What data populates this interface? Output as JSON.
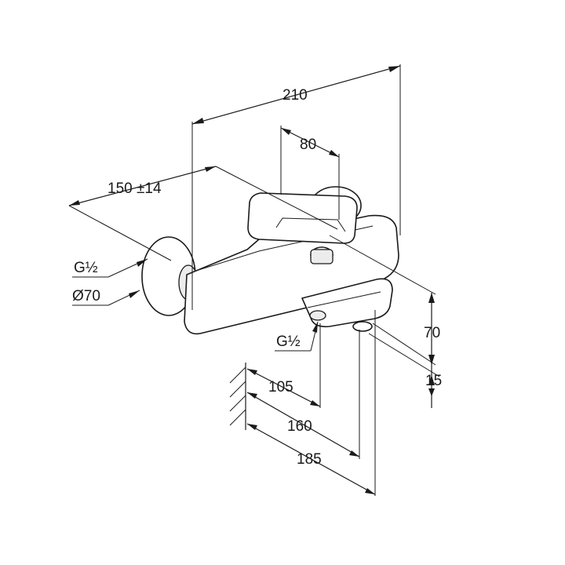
{
  "drawing": {
    "dimensions": {
      "overall_width": "210",
      "lever_width": "80",
      "center_distance": "150 ±14",
      "inlet_thread": "G½",
      "rosette_diameter": "Ø70",
      "outlet_thread": "G½",
      "body_height": "70",
      "outlet_offset": "15",
      "outlet_projection": "105",
      "body_projection": "160",
      "total_projection": "185"
    },
    "line_color": "#1a1a1a",
    "background_color": "#ffffff"
  }
}
